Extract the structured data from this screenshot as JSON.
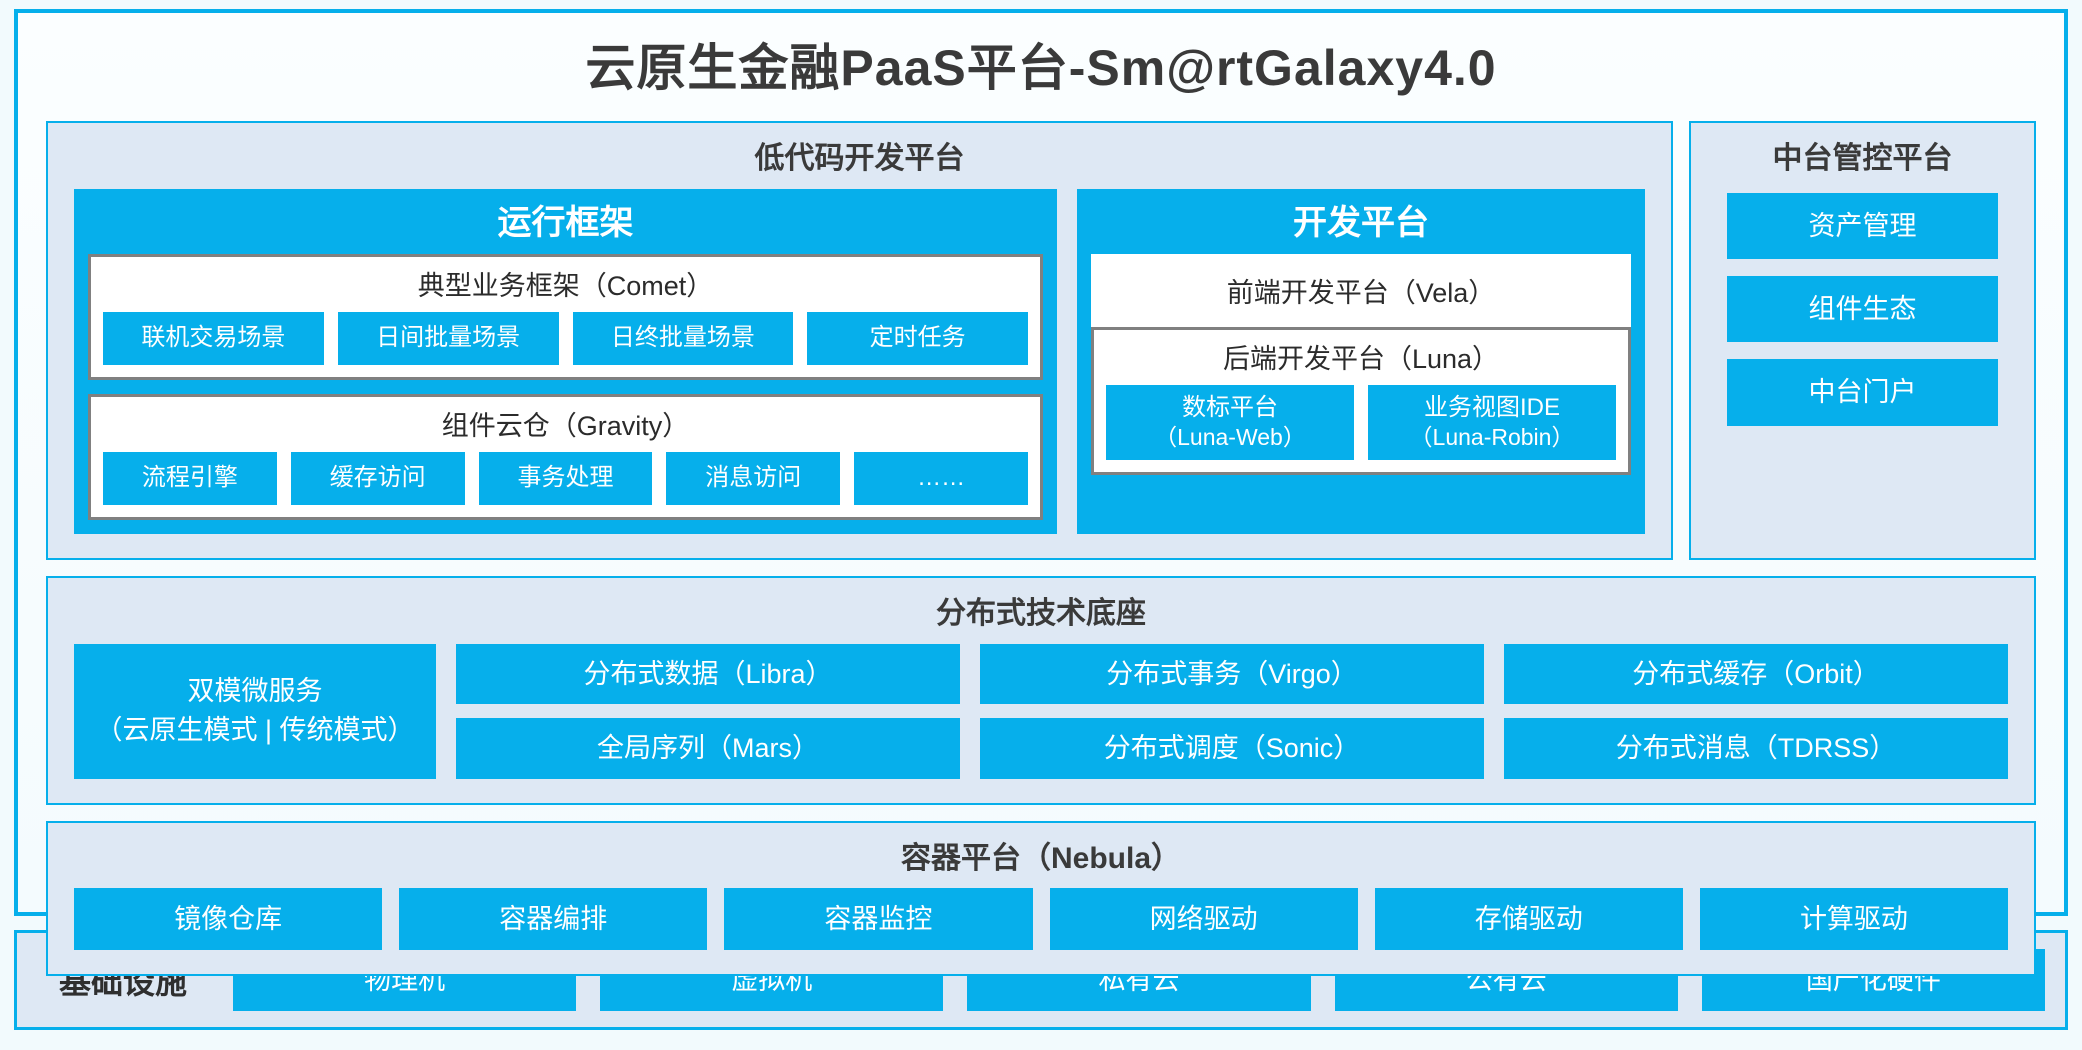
{
  "platform": {
    "title": "云原生金融PaaS平台-Sm@rtGalaxy4.0",
    "accent_color": "#06AFEB",
    "panel_color": "#dee8f4",
    "title_color": "#3a3a3a"
  },
  "lowcode": {
    "title": "低代码开发平台",
    "runtime": {
      "title": "运行框架",
      "comet": {
        "title": "典型业务框架（Comet）",
        "chips": [
          "联机交易场景",
          "日间批量场景",
          "日终批量场景",
          "定时任务"
        ]
      },
      "gravity": {
        "title": "组件云仓（Gravity）",
        "chips": [
          "流程引擎",
          "缓存访问",
          "事务处理",
          "消息访问",
          "……"
        ]
      }
    },
    "devplatform": {
      "title": "开发平台",
      "vela": "前端开发平台（Vela）",
      "luna": {
        "title": "后端开发平台（Luna）",
        "chips": [
          {
            "main": "数标平台",
            "sub": "（Luna-Web）"
          },
          {
            "main": "业务视图IDE",
            "sub": "（Luna-Robin）"
          }
        ]
      }
    }
  },
  "midoffice": {
    "title": "中台管控平台",
    "items": [
      "资产管理",
      "组件生态",
      "中台门户"
    ]
  },
  "distributed": {
    "title": "分布式技术底座",
    "microservice": {
      "line1": "双模微服务",
      "line2": "（云原生模式 | 传统模式）"
    },
    "cells": [
      "分布式数据（Libra）",
      "分布式事务（Virgo）",
      "分布式缓存（Orbit）",
      "全局序列（Mars）",
      "分布式调度（Sonic）",
      "分布式消息（TDRSS）"
    ]
  },
  "container": {
    "title": "容器平台（Nebula）",
    "chips": [
      "镜像仓库",
      "容器编排",
      "容器监控",
      "网络驱动",
      "存储驱动",
      "计算驱动"
    ]
  },
  "infrastructure": {
    "label": "基础设施",
    "chips": [
      "物理机",
      "虚拟机",
      "私有云",
      "公有云",
      "国产化硬件"
    ]
  }
}
